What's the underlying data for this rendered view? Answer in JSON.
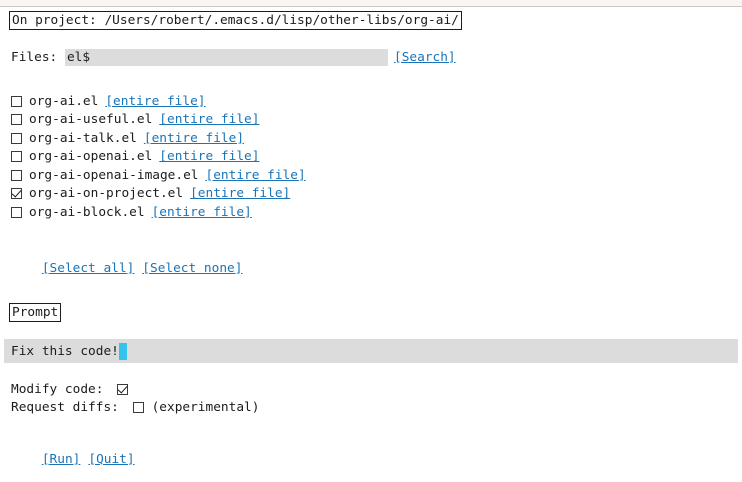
{
  "window": {
    "accent_link_color": "#1a74b8",
    "field_background": "#dcdcdc",
    "caret_color": "#33c3f0",
    "titlebar_color": "#faf5f0"
  },
  "header": {
    "project_label": "On project: /Users/robert/.emacs.d/lisp/other-libs/org-ai/"
  },
  "search": {
    "label": "Files: ",
    "value": "el$",
    "placeholder": "",
    "button_label": "[Search]"
  },
  "files": {
    "entire_file_label": "[entire file]",
    "items": [
      {
        "name": "org-ai.el",
        "checked": false
      },
      {
        "name": "org-ai-useful.el",
        "checked": false
      },
      {
        "name": "org-ai-talk.el",
        "checked": false
      },
      {
        "name": "org-ai-openai.el",
        "checked": false
      },
      {
        "name": "org-ai-openai-image.el",
        "checked": false
      },
      {
        "name": "org-ai-on-project.el",
        "checked": true
      },
      {
        "name": "org-ai-block.el",
        "checked": false
      }
    ]
  },
  "selection": {
    "select_all_label": "[Select all]",
    "select_none_label": "[Select none]"
  },
  "prompt": {
    "section_label": "Prompt",
    "value": "Fix this code!",
    "placeholder": ""
  },
  "options": [
    {
      "label": "Modify code: ",
      "checked": true,
      "note": ""
    },
    {
      "label": "Request diffs: ",
      "checked": false,
      "note": "(experimental)"
    }
  ],
  "actions": {
    "run_label": "[Run]",
    "quit_label": "[Quit]"
  }
}
